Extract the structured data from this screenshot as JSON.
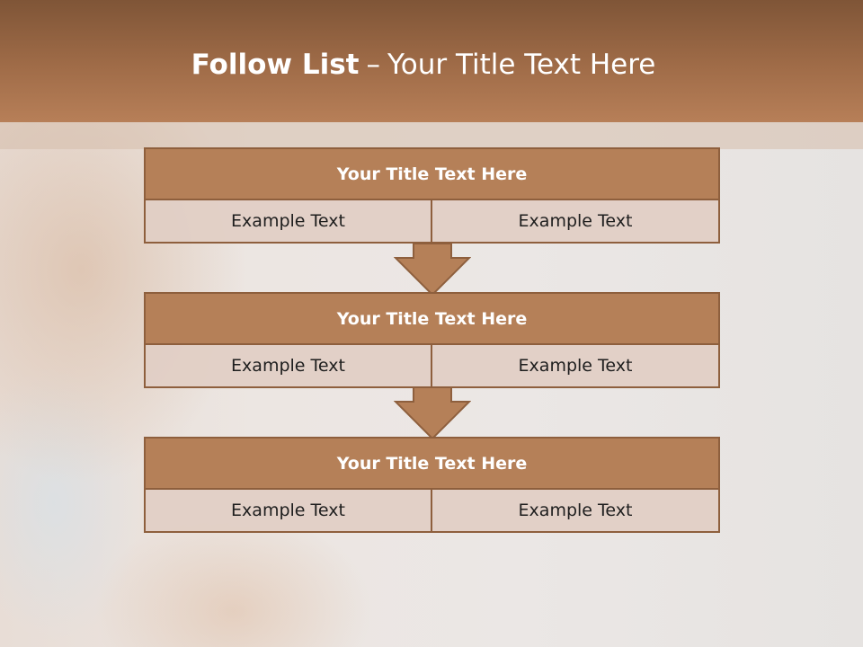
{
  "slide": {
    "title_lead": "Follow List",
    "title_sep": "–",
    "title_rest": "Your Title Text Here"
  },
  "blocks": [
    {
      "title": "Your Title Text Here",
      "left": "Example Text",
      "right": "Example Text"
    },
    {
      "title": "Your Title Text Here",
      "left": "Example Text",
      "right": "Example Text"
    },
    {
      "title": "Your Title Text Here",
      "left": "Example Text",
      "right": "Example Text"
    }
  ],
  "colors": {
    "header": "#a06c48",
    "box_fill": "#b58058",
    "box_border": "#8e5f3d",
    "cell_fill": "#e1cec4"
  }
}
